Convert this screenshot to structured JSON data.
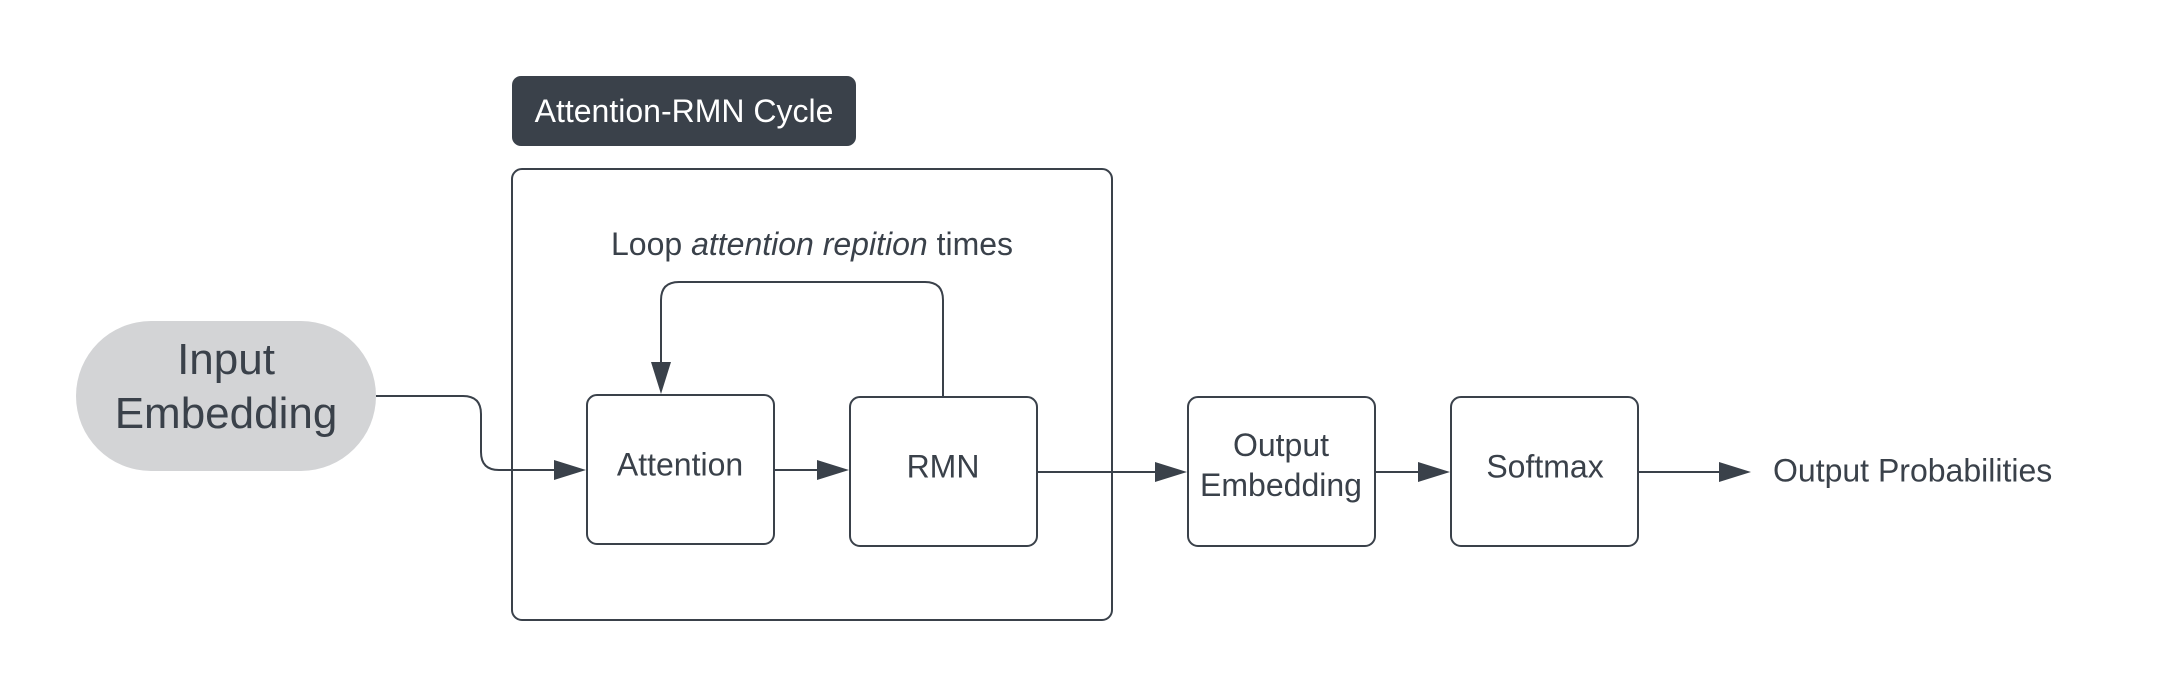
{
  "diagram": {
    "colors": {
      "stroke": "#3a414a",
      "text": "#3a414a",
      "header_bg": "#3a414a",
      "header_text": "#ffffff",
      "input_fill": "#d3d4d6",
      "box_fill": "#ffffff"
    },
    "cycle": {
      "header": "Attention-RMN Cycle",
      "loop_prefix": "Loop ",
      "loop_italic": "attention repition",
      "loop_suffix": " times"
    },
    "nodes": {
      "input_line1": "Input",
      "input_line2": "Embedding",
      "attention": "Attention",
      "rmn": "RMN",
      "output_embedding_line1": "Output",
      "output_embedding_line2": "Embedding",
      "softmax": "Softmax",
      "output_probabilities": "Output Probabilities"
    }
  }
}
